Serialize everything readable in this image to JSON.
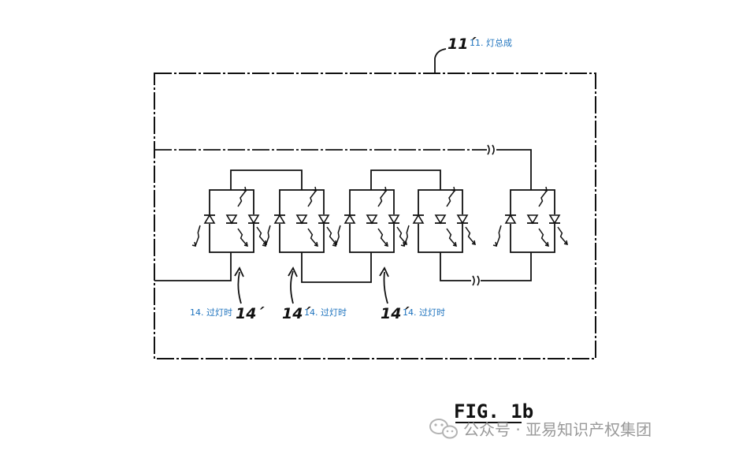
{
  "labels": {
    "assembly_ref": "11´",
    "assembly_note": "11. 灯总成",
    "pass_lamp_ref": "14´",
    "pass_lamp_note": "14. 过灯时",
    "figure_title": "FIG. 1b"
  },
  "watermark": {
    "text": "公众号 · 亚易知识产权集团",
    "icon": "wechat-icon"
  },
  "colors": {
    "line": "#111111",
    "annotation": "#1e73be",
    "watermark": "#9a9a9a"
  }
}
